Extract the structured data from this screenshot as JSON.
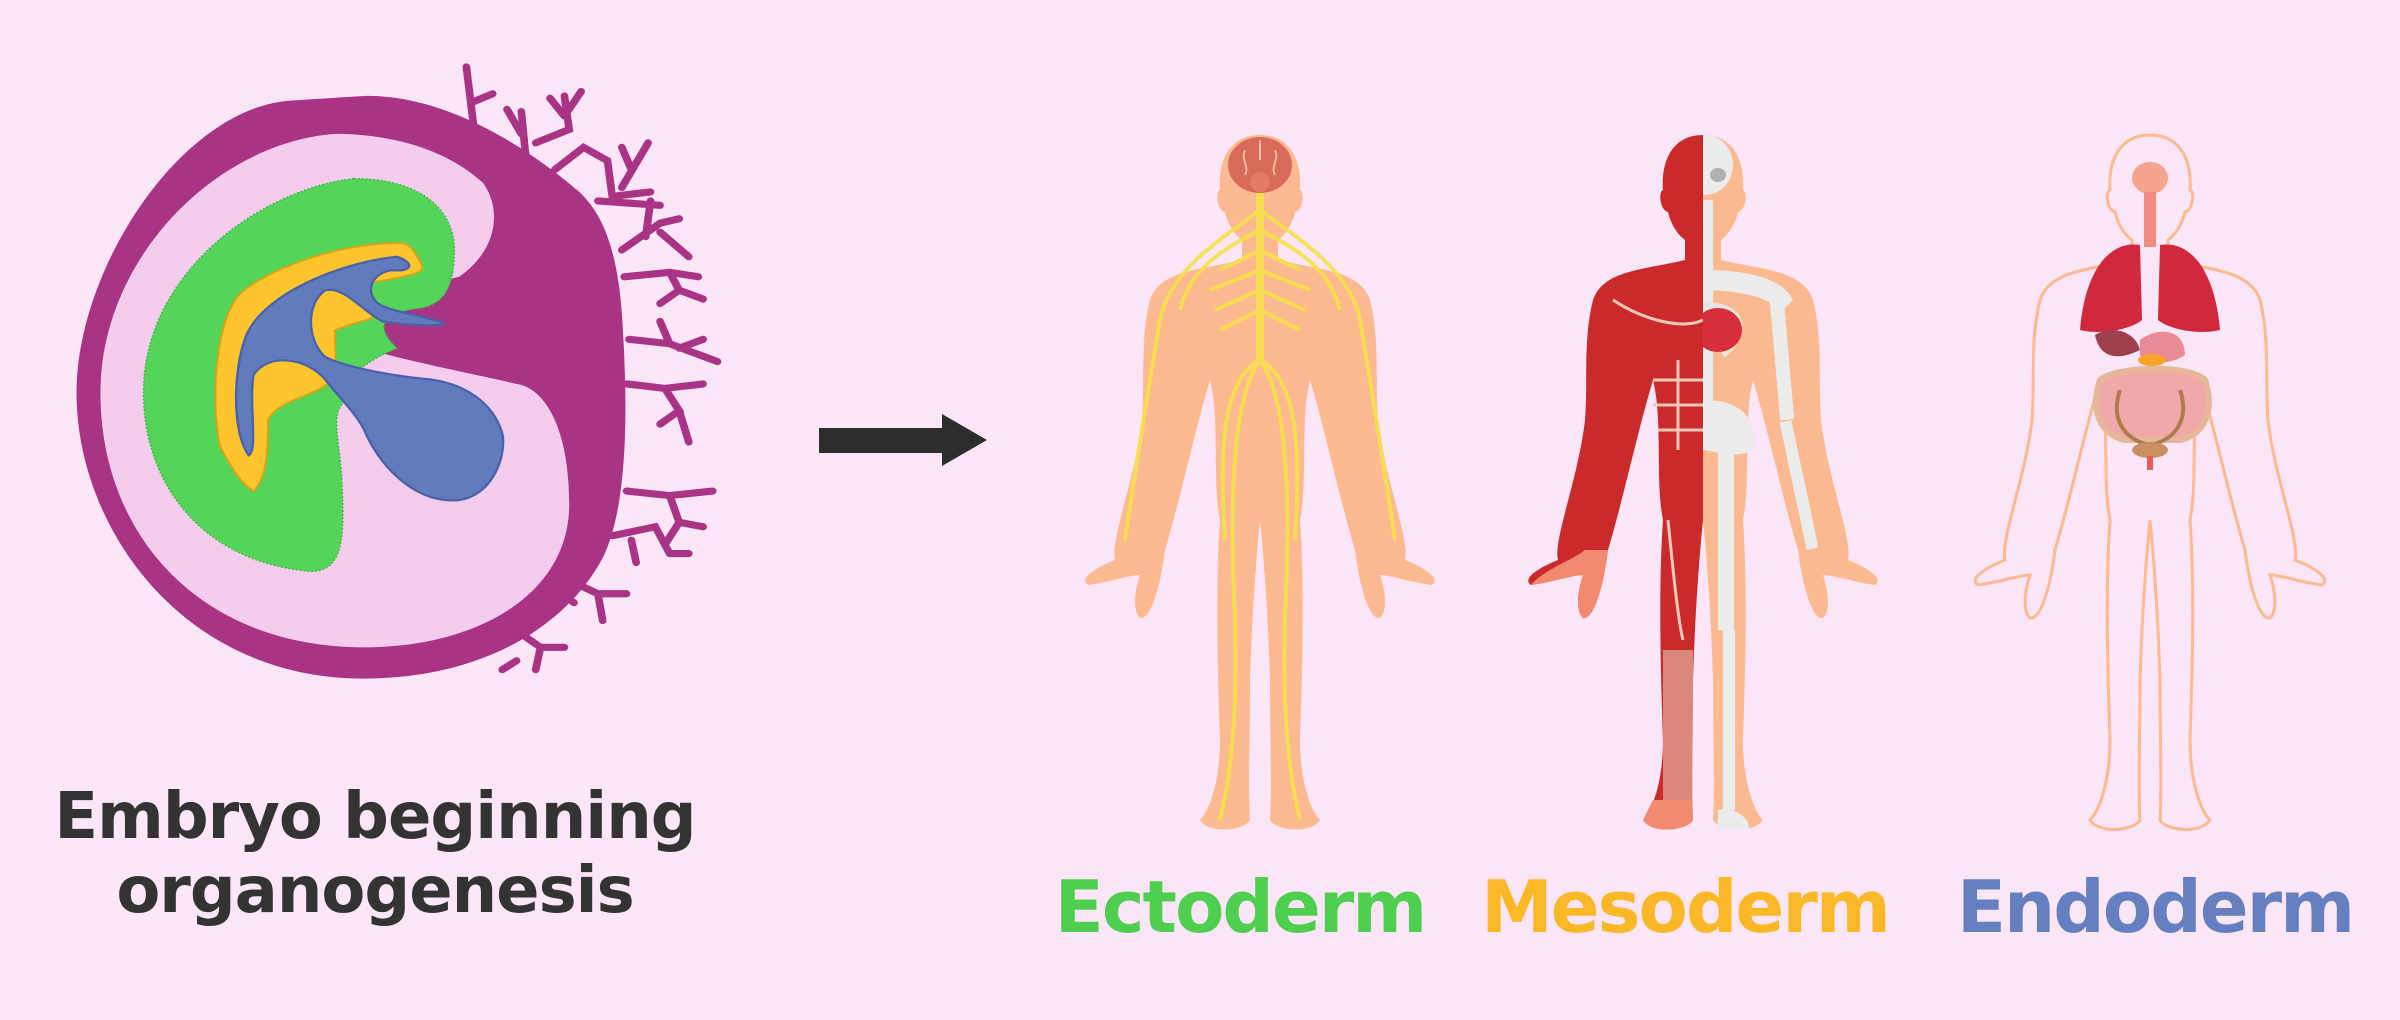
{
  "diagram": {
    "left": {
      "title_line1": "Embryo beginning",
      "title_line2": "organogenesis",
      "layers": {
        "ectoderm": "#55d45a",
        "mesoderm": "#fec52e",
        "endoderm": "#627bbd"
      },
      "trophoblast_color": "#a93486",
      "amniotic_color": "#f4cdee"
    },
    "arrow": {
      "icon": "arrow-right-icon",
      "color": "#2d2d2d"
    },
    "germ_layers": [
      {
        "id": "ectoderm",
        "label": "Ectoderm",
        "color": "#4fcf4f",
        "depicts": "nervous system"
      },
      {
        "id": "mesoderm",
        "label": "Mesoderm",
        "color": "#fbb826",
        "depicts": "muscles, skeleton, heart"
      },
      {
        "id": "endoderm",
        "label": "Endoderm",
        "color": "#6580c0",
        "depicts": "lungs and digestive organs"
      }
    ],
    "background": "#fde6f8"
  }
}
